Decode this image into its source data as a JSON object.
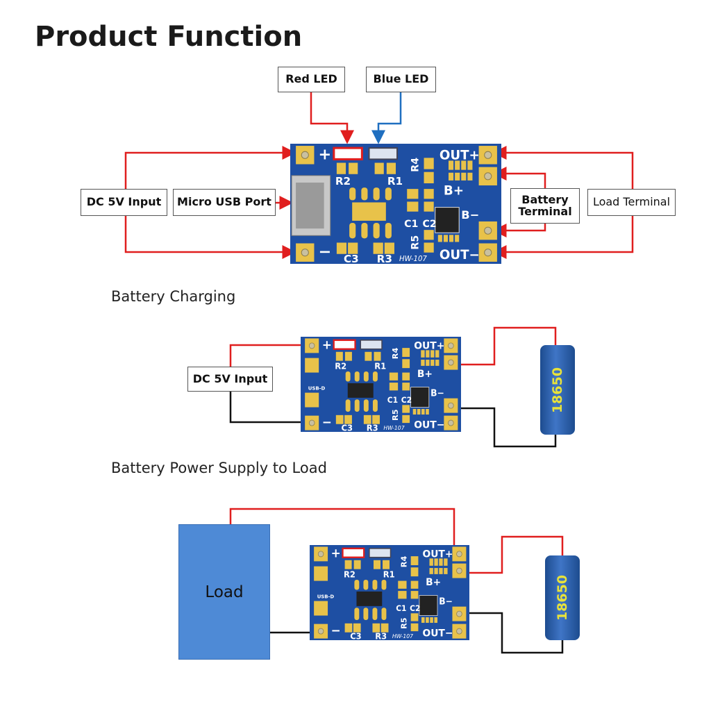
{
  "title": "Product Function",
  "labels": {
    "red_led": "Red LED",
    "blue_led": "Blue LED",
    "dc_input": "DC 5V Input",
    "micro_usb": "Micro USB Port",
    "battery_terminal": "Battery Terminal",
    "load_terminal": "Load Terminal"
  },
  "sections": {
    "charging": "Battery Charging",
    "supply": "Battery Power Supply to Load"
  },
  "charging_label": "DC 5V Input",
  "load_label": "Load",
  "battery_label": "18650",
  "board": {
    "silk": {
      "plus": "+",
      "minus": "−",
      "r2": "R2",
      "r1": "R1",
      "r4": "R4",
      "c1": "C1",
      "c2": "C2",
      "r5": "R5",
      "c3": "C3",
      "r3": "R3",
      "out_plus": "OUT+",
      "b_plus": "B+",
      "b_minus": "B−",
      "out_minus": "OUT−",
      "model": "HW-107",
      "usb": "USB-D"
    },
    "color": "#1e4fa3",
    "pad_color": "#e8c24a"
  },
  "colors": {
    "positive": "#e01e1e",
    "negative": "#111111",
    "blue_led": "#1f6fc0"
  }
}
